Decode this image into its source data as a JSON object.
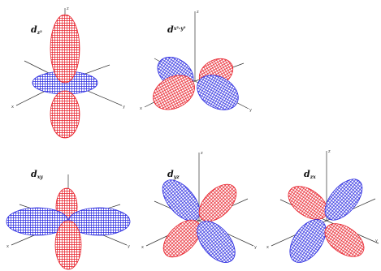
{
  "orbitals": [
    {
      "id": "dz2",
      "main": "d",
      "sub": "z²",
      "axes": [
        "z",
        "x",
        "y"
      ]
    },
    {
      "id": "dx2-y2",
      "main": "d",
      "sub": "x²-y²",
      "axes": [
        "z",
        "x",
        "y"
      ]
    },
    {
      "id": "dxy",
      "main": "d",
      "sub": "xy",
      "axes": [
        "z",
        "x",
        "y"
      ]
    },
    {
      "id": "dyz",
      "main": "d",
      "sub": "yz",
      "axes": [
        "z",
        "x",
        "y"
      ]
    },
    {
      "id": "dzx",
      "main": "d",
      "sub": "zx",
      "axes": [
        "z",
        "x",
        "y"
      ]
    }
  ],
  "colors": {
    "positive": "#e8202a",
    "negative": "#2a2ae0",
    "axis": "#333333"
  }
}
